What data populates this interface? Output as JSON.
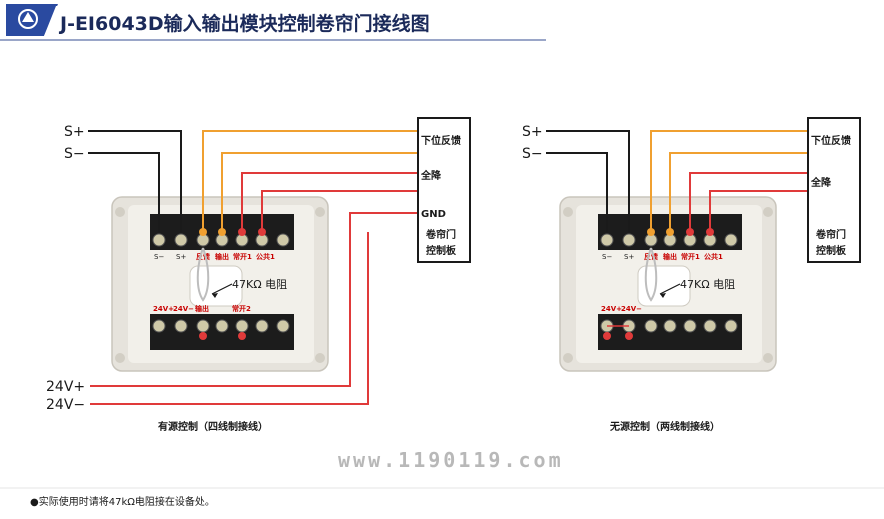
{
  "title": "J-EI6043D输入输出模块控制卷帘门接线图",
  "logo_icon": "company-logo-icon",
  "left": {
    "s_plus": "S+",
    "s_minus": "S−",
    "v24_plus": "24V+",
    "v24_minus": "24V−",
    "top_terminals": [
      "S−",
      "S+",
      "反馈",
      "输出",
      "常开1",
      "公共1"
    ],
    "bottom_terminals": [
      "24V+",
      "24V−",
      "输出",
      "常开2"
    ],
    "resistor": "47KΩ 电阻",
    "panel": {
      "feedback": "下位反馈",
      "full_down": "全降",
      "gnd": "GND",
      "name1": "卷帘门",
      "name2": "控制板"
    },
    "caption": "有源控制（四线制接线）"
  },
  "right": {
    "s_plus": "S+",
    "s_minus": "S−",
    "top_terminals": [
      "S−",
      "S+",
      "反馈",
      "输出",
      "常开1",
      "公共1"
    ],
    "bottom_terminals": [
      "24V+",
      "24V−"
    ],
    "resistor": "47KΩ 电阻",
    "panel": {
      "feedback": "下位反馈",
      "full_down": "全降",
      "name1": "卷帘门",
      "name2": "控制板"
    },
    "caption": "无源控制（两线制接线）"
  },
  "watermark": "www.1190119.com",
  "footnote": "●实际使用时请将47kΩ电阻接在设备处。",
  "colors": {
    "wire_black": "#1a1a1a",
    "wire_orange": "#f0a030",
    "wire_red": "#e03a3a",
    "title_blue": "#1b2a5a",
    "banner_blue": "#2a4aa0"
  }
}
